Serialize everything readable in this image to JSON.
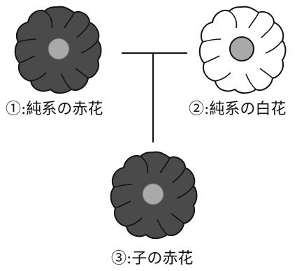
{
  "labels": {
    "parent_red": "①:純系の赤花",
    "parent_white": "②:純系の白花",
    "child": "③:子の赤花"
  },
  "colors": {
    "red_petal": "#4a4a4a",
    "white_petal": "#ffffff",
    "center": "#a9a9a9",
    "outline": "#111111",
    "line": "#111111"
  }
}
